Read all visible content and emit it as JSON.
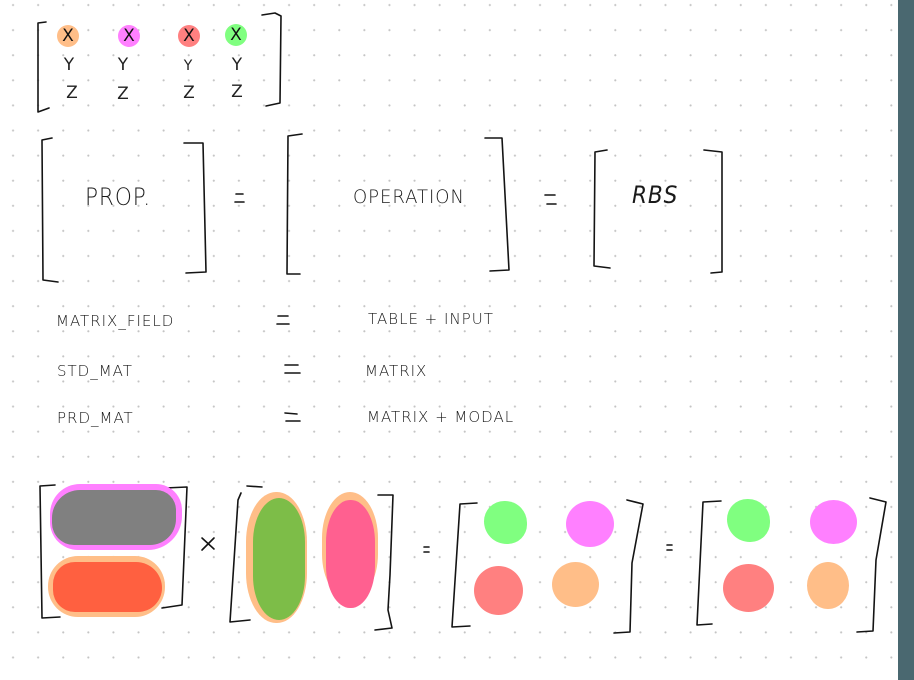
{
  "canvas": {
    "background": "#ffffff",
    "grid": "dot-grid",
    "side_panel_color": "#4a6870"
  },
  "top_matrix": {
    "columns": [
      {
        "x": "X",
        "y": "Y",
        "z": "Z",
        "highlight": "#ffbe88"
      },
      {
        "x": "X",
        "y": "Y",
        "z": "Z",
        "highlight": "#ff80ff"
      },
      {
        "x": "X",
        "y": "Y",
        "z": "Z",
        "highlight": "#ff8080"
      },
      {
        "x": "X",
        "y": "Y",
        "z": "Z",
        "highlight": "#80ff80"
      }
    ]
  },
  "equation": {
    "terms": [
      "PROP.",
      "OPERATION",
      "RBS"
    ],
    "operator": "="
  },
  "definitions": [
    {
      "name": "MATRIX_FIELD",
      "operator": "=",
      "value": "TABLE + INPUT"
    },
    {
      "name": "STD_MAT",
      "operator": "=",
      "value": "MATRIX"
    },
    {
      "name": "PRD_MAT",
      "operator": "=",
      "value": "MATRIX + MODAL"
    }
  ],
  "matrix_product": {
    "left_rows": [
      {
        "fill": "#808080",
        "halo": "#ff80ff"
      },
      {
        "fill": "#ff6040",
        "halo": "#ffbe88"
      }
    ],
    "multiply_symbol": "×",
    "right_columns": [
      {
        "fill": "#7dbd48",
        "halo": "#ffbe88"
      },
      {
        "fill": "#ff6090",
        "halo": "#ffbe88"
      }
    ],
    "equals_symbol": "=",
    "result_1": [
      [
        "#80ff80",
        "#ff80ff"
      ],
      [
        "#ff8080",
        "#ffbe88"
      ]
    ],
    "result_2": [
      [
        "#80ff80",
        "#ff80ff"
      ],
      [
        "#ff8080",
        "#ffbe88"
      ]
    ]
  }
}
